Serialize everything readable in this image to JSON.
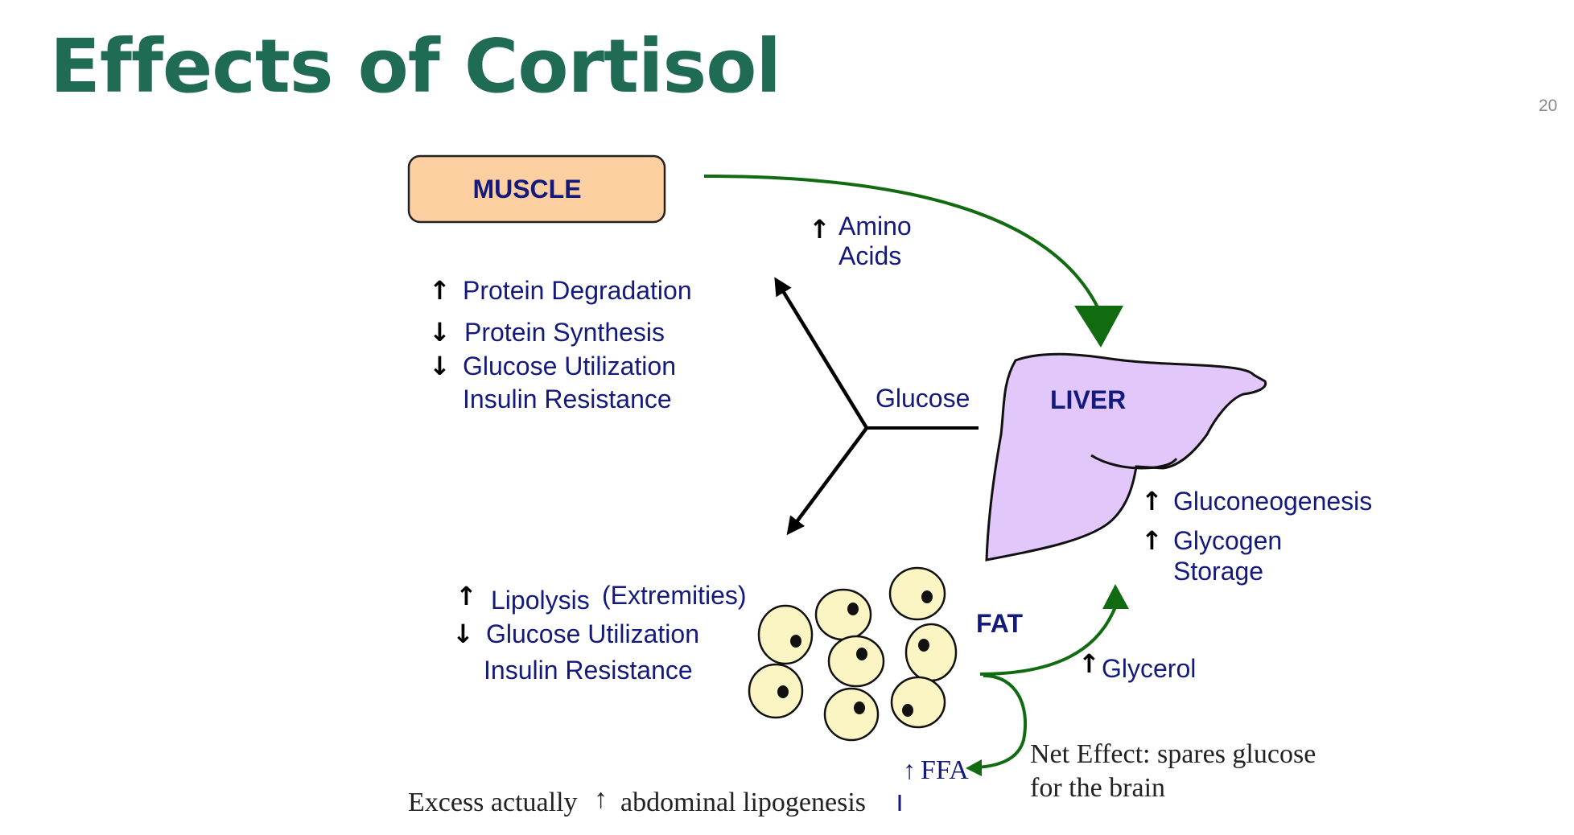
{
  "slide": {
    "title": "Effects of Cortisol",
    "page_number": "20"
  },
  "colors": {
    "title": "#1f6b54",
    "label_text": "#141a7c",
    "muscle_fill": "#fbcf9f",
    "liver_fill": "#e2c7fa",
    "fat_cell_fill": "#fbf5c3",
    "green_arrow": "#116b11"
  },
  "diagram": {
    "muscle": {
      "label": "MUSCLE",
      "effects": [
        {
          "arrow": "up",
          "text": "Protein Degradation"
        },
        {
          "arrow": "down",
          "text": "Protein Synthesis"
        },
        {
          "arrow": "down",
          "text": "Glucose Utilization"
        },
        {
          "arrow": "none",
          "text": "Insulin Resistance"
        }
      ]
    },
    "amino_acids": {
      "arrow": "up",
      "line1": "Amino",
      "line2": "Acids"
    },
    "glucose": "Glucose",
    "liver": {
      "label": "LIVER",
      "effects": [
        {
          "arrow": "up",
          "text": "Gluconeogenesis"
        },
        {
          "arrow": "up",
          "line1": "Glycogen",
          "line2": "Storage"
        }
      ]
    },
    "fat": {
      "label": "FAT",
      "effects": [
        {
          "arrow": "up",
          "text": "Lipolysis",
          "note": "(Extremities)"
        },
        {
          "arrow": "down",
          "text": "Glucose Utilization"
        },
        {
          "arrow": "none",
          "text": "Insulin Resistance"
        }
      ]
    },
    "glycerol": {
      "arrow": "up",
      "text": "Glycerol"
    },
    "ffa": {
      "arrow": "up",
      "text": "FFA"
    },
    "net_effect": {
      "line1": "Net Effect: spares glucose",
      "line2": "for the brain"
    },
    "excess_note": {
      "before": "Excess actually",
      "arrow": "up",
      "after": "abdominal lipogenesis"
    }
  }
}
